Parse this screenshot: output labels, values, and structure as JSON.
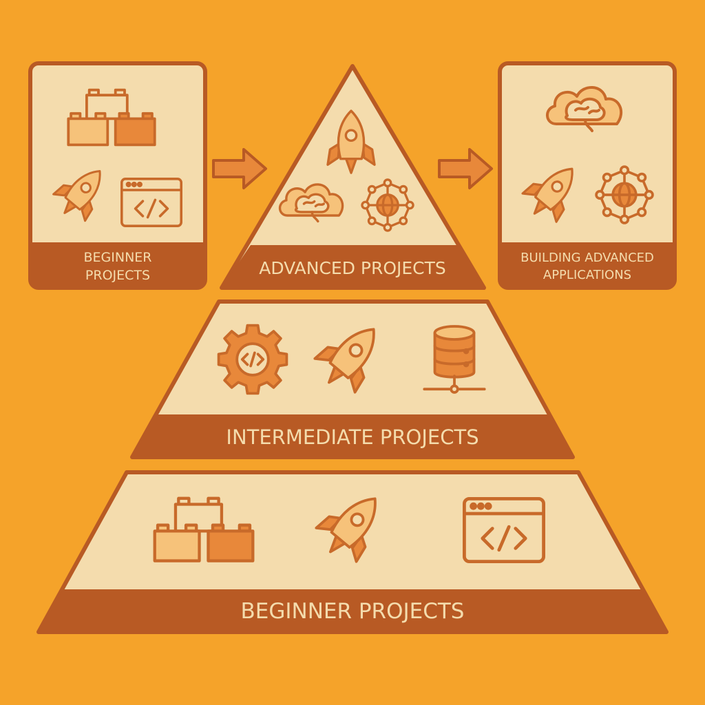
{
  "theme": {
    "background": "#f5a32a",
    "panel_fill": "#f4dcad",
    "panel_stroke": "#b85a24",
    "band_fill": "#b85a24",
    "band_text": "#f4dcad",
    "icon_stroke": "#c86a2a",
    "icon_fill_light": "#f6c27a",
    "icon_fill_mid": "#e8883a"
  },
  "left_card": {
    "label_line1": "BEGINNER",
    "label_line2": "PROJECTS",
    "icons": [
      "blocks-icon",
      "rocket-icon",
      "code-window-icon"
    ]
  },
  "peak": {
    "label": "ADVANCED PROJECTS",
    "icons": [
      "rocket-icon",
      "brain-cloud-icon",
      "network-globe-icon"
    ]
  },
  "right_card": {
    "label_line1": "BUILDING ADVANCED",
    "label_line2": "APPLICATIONS",
    "icons": [
      "brain-cloud-icon",
      "rocket-icon",
      "network-globe-icon"
    ]
  },
  "middle_tier": {
    "label": "INTERMEDIATE PROJECTS",
    "icons": [
      "gear-code-icon",
      "rocket-icon",
      "database-icon"
    ]
  },
  "base_tier": {
    "label": "BEGINNER PROJECTS",
    "icons": [
      "blocks-icon",
      "rocket-icon",
      "code-window-icon"
    ]
  },
  "arrows": [
    "arrow-right-icon",
    "arrow-right-icon"
  ]
}
